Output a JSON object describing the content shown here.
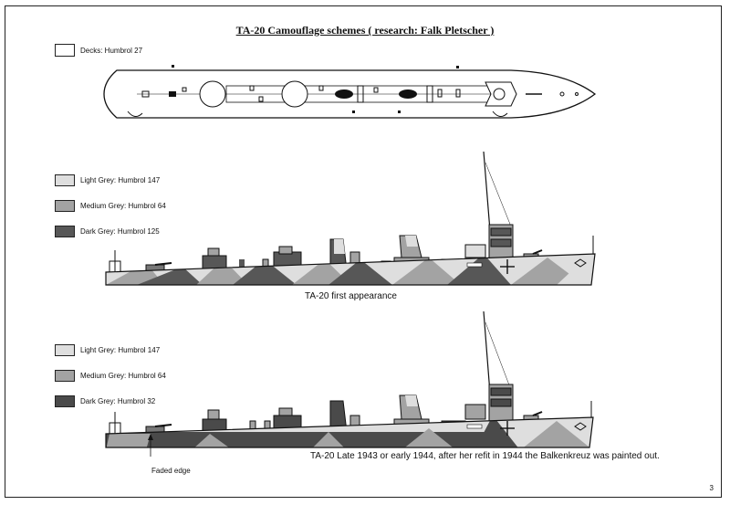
{
  "title": "TA-20 Camouflage schemes ( research: Falk Pletscher )",
  "deck_legend": {
    "label": "Decks: Humbrol 27",
    "color": "#ffffff"
  },
  "scheme1": {
    "legend": [
      {
        "label": "Light Grey: Humbrol 147",
        "color": "#dedede"
      },
      {
        "label": "Medium Grey: Humbrol 64",
        "color": "#a3a3a3"
      },
      {
        "label": "Dark Grey: Humbrol 125",
        "color": "#575757"
      }
    ],
    "caption": "TA-20 first appearance"
  },
  "scheme2": {
    "legend": [
      {
        "label": "Light Grey: Humbrol 147",
        "color": "#dedede"
      },
      {
        "label": "Medium Grey: Humbrol 64",
        "color": "#a3a3a3"
      },
      {
        "label": "Dark Grey: Humbrol 32",
        "color": "#4a4a4a"
      }
    ],
    "caption": "TA-20 Late 1943 or early 1944, after her refit in 1944 the Balkenkreuz was painted out.",
    "note": "Faded edge"
  },
  "page_number": "3"
}
